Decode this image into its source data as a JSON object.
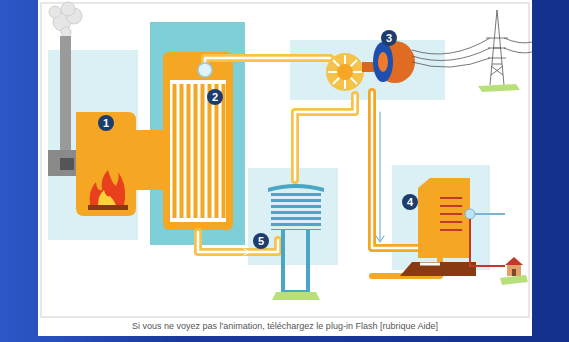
{
  "diagram": {
    "labels": [
      "1",
      "2",
      "3",
      "4",
      "5"
    ],
    "caption": "Si vous ne voyez pas l'animation, téléchargez le plug-in Flash [rubrique Aide]"
  }
}
